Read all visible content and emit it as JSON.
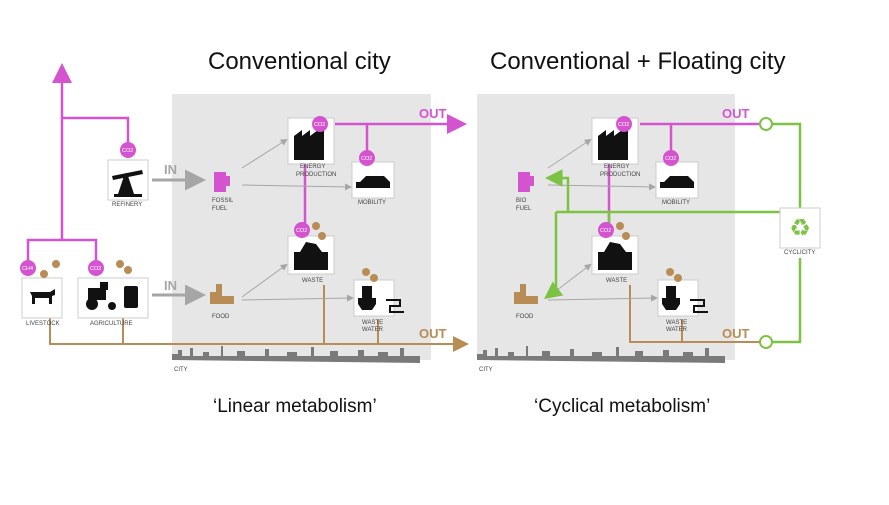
{
  "titles": {
    "left": "Conventional city",
    "right": "Conventional + Floating city"
  },
  "subtitles": {
    "left": "‘Linear metabolism’",
    "right": "‘Cyclical metabolism’"
  },
  "flow_labels": {
    "in": "IN",
    "out": "OUT"
  },
  "badge_co2": "CO2",
  "badge_ch4": "CH4",
  "left_panel": {
    "livestock": "LIVESTOCK",
    "agriculture": "AGRICULTURE",
    "refinery": "REFINERY",
    "fossil_fuel_1": "FOSSIL",
    "fossil_fuel_2": "FUEL",
    "food": "FOOD",
    "energy_1": "ENERGY",
    "energy_2": "PRODUCTION",
    "mobility": "MOBILITY",
    "waste": "WASTE",
    "waste_water_1": "WASTE",
    "waste_water_2": "WATER",
    "city": "CITY"
  },
  "right_panel": {
    "bio_fuel_1": "BIO",
    "bio_fuel_2": "FUEL",
    "food": "FOOD",
    "energy_1": "ENERGY",
    "energy_2": "PRODUCTION",
    "mobility": "MOBILITY",
    "waste": "WASTE",
    "waste_water_1": "WASTE",
    "waste_water_2": "WATER",
    "cyclicity": "CYCLICITY",
    "city": "CITY"
  },
  "colors": {
    "magenta": "#d454cf",
    "brown": "#b88c55",
    "green": "#7cc243",
    "gray_arrow": "#a6a6a6",
    "panel": "#e6e6e6"
  }
}
